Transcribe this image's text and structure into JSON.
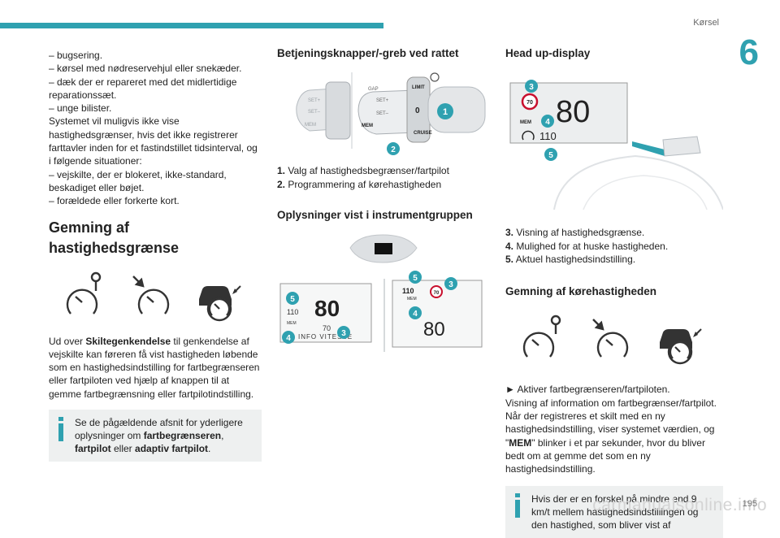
{
  "header": {
    "section": "Kørsel",
    "chapter": "6"
  },
  "footer": {
    "page": "195",
    "watermark": "carmanualsonline.info"
  },
  "col1": {
    "lines": [
      "– bugsering.",
      "– kørsel med nødreservehjul eller snekæder.",
      "– dæk der er repareret med det midlertidige reparationssæt.",
      "– unge bilister.",
      "Systemet vil muligvis ikke vise hastighedsgrænser, hvis det ikke registrerer farttavler inden for et fastindstillet tidsinterval, og i følgende situationer:",
      "– vejskilte, der er blokeret, ikke-standard, beskadiget eller bøjet.",
      "– forældede eller forkerte kort."
    ],
    "heading": "Gemning af hastighedsgrænse",
    "para": {
      "pre": "Ud over ",
      "bold": "Skiltegenkendelse",
      "post": " til genkendelse af vejskilte kan føreren få vist hastigheden løbende som en hastighedsindstilling for fartbegrænseren eller fartpiloten ved hjælp af knappen til at gemme fartbegrænsning eller fartpilotindstilling."
    },
    "note": {
      "t1": "Se de pågældende afsnit for yderligere oplysninger om ",
      "b1": "fartbegrænseren",
      "t2": ", ",
      "b2": "fartpilot",
      "t3": " eller ",
      "b3": "adaptiv fartpilot",
      "t4": "."
    }
  },
  "col2": {
    "heading1": "Betjeningsknapper/-greb ved rattet",
    "stalk": {
      "gap": "GAP",
      "set_plus": "SET+",
      "set_minus": "SET–",
      "mem": "MEM",
      "limit": "LIMIT",
      "cruise": "CRUISE",
      "zero": "0"
    },
    "callout1": "1",
    "callout2": "2",
    "list1": [
      {
        "n": "1.",
        "t": "Valg af hastighedsbegrænser/fartpilot"
      },
      {
        "n": "2.",
        "t": "Programmering af kørehastigheden"
      }
    ],
    "heading2": "Oplysninger vist i instrumentgruppen",
    "cluster_left": {
      "big": "80",
      "small": "110",
      "mem": "MEM",
      "seventy": "70",
      "info": "INFO VITESSE",
      "c5": "5",
      "c4": "4",
      "c3": "3"
    },
    "cluster_right": {
      "top": "110",
      "mem": "MEM",
      "sign": "70",
      "big": "80",
      "c5": "5",
      "c3": "3",
      "c4": "4"
    }
  },
  "col3": {
    "heading1": "Head up-display",
    "hud": {
      "sign": "70",
      "big": "80",
      "mem": "MEM",
      "small": "110",
      "c3": "3",
      "c4": "4",
      "c5": "5"
    },
    "list": [
      {
        "n": "3.",
        "t": "Visning af hastighedsgrænse."
      },
      {
        "n": "4.",
        "t": "Mulighed for at huske hastigheden."
      },
      {
        "n": "5.",
        "t": "Aktuel hastighedsindstilling."
      }
    ],
    "heading2": "Gemning af kørehastigheden",
    "step": "► Aktiver fartbegrænseren/fartpiloten.",
    "para": {
      "t1": "Visning af information om fartbegrænser/fartpilot. Når der registreres et skilt med en ny hastighedsindstilling, viser systemet værdien, og \"",
      "b1": "MEM",
      "t2": "\" blinker i et par sekunder, hvor du bliver bedt om at gemme det som en ny hastighedsindstilling."
    },
    "note": "Hvis der er en forskel på mindre end 9 km/t mellem hastighedsindstillingen og den hastighed, som bliver vist af"
  }
}
